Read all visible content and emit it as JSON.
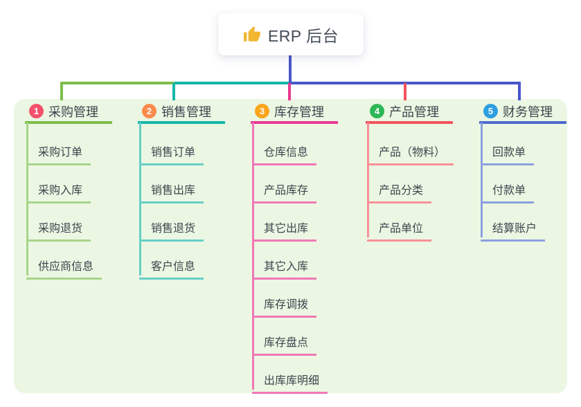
{
  "root": {
    "label": "ERP 后台",
    "icon": "thumbs-up"
  },
  "colors": {
    "page_bg": "#ffffff",
    "panel_bg": "#ebf7e3",
    "stem": "#4756cb",
    "root_text": "#454c59",
    "node_text": "#3e444e"
  },
  "branches": [
    {
      "index": "1",
      "label": "采购管理",
      "badge_color": "#f4516c",
      "line_color": "#7dbe4b",
      "child_line_color": "#a8d489",
      "children": [
        "采购订单",
        "采购入库",
        "采购退货",
        "供应商信息"
      ]
    },
    {
      "index": "2",
      "label": "销售管理",
      "badge_color": "#fb8a4d",
      "line_color": "#13b7aa",
      "child_line_color": "#66cfc7",
      "children": [
        "销售订单",
        "销售出库",
        "销售退货",
        "客户信息"
      ]
    },
    {
      "index": "3",
      "label": "库存管理",
      "badge_color": "#fba41d",
      "line_color": "#e93a92",
      "child_line_color": "#f177b5",
      "children": [
        "仓库信息",
        "产品库存",
        "其它出库",
        "其它入库",
        "库存调拨",
        "库存盘点",
        "出库库明细"
      ]
    },
    {
      "index": "4",
      "label": "产品管理",
      "badge_color": "#2eb757",
      "line_color": "#f4535e",
      "child_line_color": "#f99099",
      "children": [
        "产品（物料）",
        "产品分类",
        "产品单位"
      ]
    },
    {
      "index": "5",
      "label": "财务管理",
      "badge_color": "#2d9fe0",
      "line_color": "#5068cf",
      "child_line_color": "#8ba1e0",
      "children": [
        "回款单",
        "付款单",
        "结算账户"
      ]
    }
  ]
}
